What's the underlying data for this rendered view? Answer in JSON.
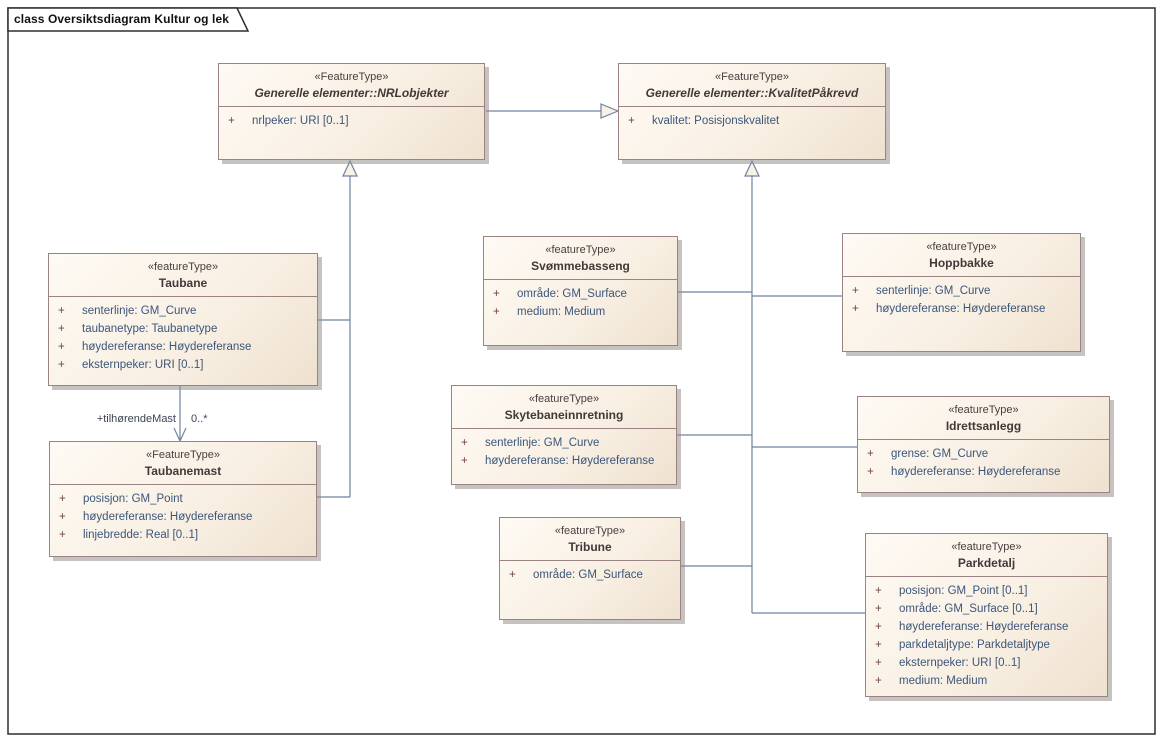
{
  "frame": {
    "label": "class Oversiktsdiagram Kultur og lek"
  },
  "colors": {
    "box_fill_light": "#fefaf4",
    "box_fill_dark": "#eee1cf",
    "box_border": "#9b8383",
    "connector": "#7081a1",
    "arrowhead_fill": "#f8f1e5",
    "attribute_text": "#3c567a",
    "visibility_sign": "#6e4343",
    "class_name_text": "#443838",
    "frame_border": "#2e2e2e"
  },
  "classes": [
    {
      "key": "nrlobjekter",
      "stereotype": "«FeatureType»",
      "name": "Generelle elementer::NRLobjekter",
      "abstract": true,
      "attributes": [
        {
          "vis": "+",
          "text": "nrlpeker: URI [0..1]"
        }
      ]
    },
    {
      "key": "kvalitetpakrevd",
      "stereotype": "«FeatureType»",
      "name": "Generelle elementer::KvalitetPåkrevd",
      "abstract": true,
      "attributes": [
        {
          "vis": "+",
          "text": "kvalitet: Posisjonskvalitet"
        }
      ]
    },
    {
      "key": "taubane",
      "stereotype": "«featureType»",
      "name": "Taubane",
      "abstract": false,
      "attributes": [
        {
          "vis": "+",
          "text": "senterlinje: GM_Curve"
        },
        {
          "vis": "+",
          "text": "taubanetype: Taubanetype"
        },
        {
          "vis": "+",
          "text": "høydereferanse: Høydereferanse"
        },
        {
          "vis": "+",
          "text": "eksternpeker: URI [0..1]"
        }
      ]
    },
    {
      "key": "taubanemast",
      "stereotype": "«FeatureType»",
      "name": "Taubanemast",
      "abstract": false,
      "attributes": [
        {
          "vis": "+",
          "text": "posisjon: GM_Point"
        },
        {
          "vis": "+",
          "text": "høydereferanse: Høydereferanse"
        },
        {
          "vis": "+",
          "text": "linjebredde: Real [0..1]"
        }
      ]
    },
    {
      "key": "svommebasseng",
      "stereotype": "«featureType»",
      "name": "Svømmebasseng",
      "abstract": false,
      "attributes": [
        {
          "vis": "+",
          "text": "område: GM_Surface"
        },
        {
          "vis": "+",
          "text": "medium: Medium"
        }
      ]
    },
    {
      "key": "skytebaneinnretning",
      "stereotype": "«featureType»",
      "name": "Skytebaneinnretning",
      "abstract": false,
      "attributes": [
        {
          "vis": "+",
          "text": "senterlinje: GM_Curve"
        },
        {
          "vis": "+",
          "text": "høydereferanse: Høydereferanse"
        }
      ]
    },
    {
      "key": "tribune",
      "stereotype": "«featureType»",
      "name": "Tribune",
      "abstract": false,
      "attributes": [
        {
          "vis": "+",
          "text": "område: GM_Surface"
        }
      ]
    },
    {
      "key": "hoppbakke",
      "stereotype": "«featureType»",
      "name": "Hoppbakke",
      "abstract": false,
      "attributes": [
        {
          "vis": "+",
          "text": "senterlinje: GM_Curve"
        },
        {
          "vis": "+",
          "text": "høydereferanse: Høydereferanse"
        }
      ]
    },
    {
      "key": "idrettsanlegg",
      "stereotype": "«featureType»",
      "name": "Idrettsanlegg",
      "abstract": false,
      "attributes": [
        {
          "vis": "+",
          "text": "grense: GM_Curve"
        },
        {
          "vis": "+",
          "text": "høydereferanse: Høydereferanse"
        }
      ]
    },
    {
      "key": "parkdetalj",
      "stereotype": "«featureType»",
      "name": "Parkdetalj",
      "abstract": false,
      "attributes": [
        {
          "vis": "+",
          "text": "posisjon: GM_Point [0..1]"
        },
        {
          "vis": "+",
          "text": "område: GM_Surface [0..1]"
        },
        {
          "vis": "+",
          "text": "høydereferanse: Høydereferanse"
        },
        {
          "vis": "+",
          "text": "parkdetaljtype: Parkdetaljtype"
        },
        {
          "vis": "+",
          "text": "eksternpeker: URI [0..1]"
        },
        {
          "vis": "+",
          "text": "medium: Medium"
        }
      ]
    }
  ],
  "association": {
    "role": "+tilhørendeMast",
    "multiplicity": "0..*"
  }
}
